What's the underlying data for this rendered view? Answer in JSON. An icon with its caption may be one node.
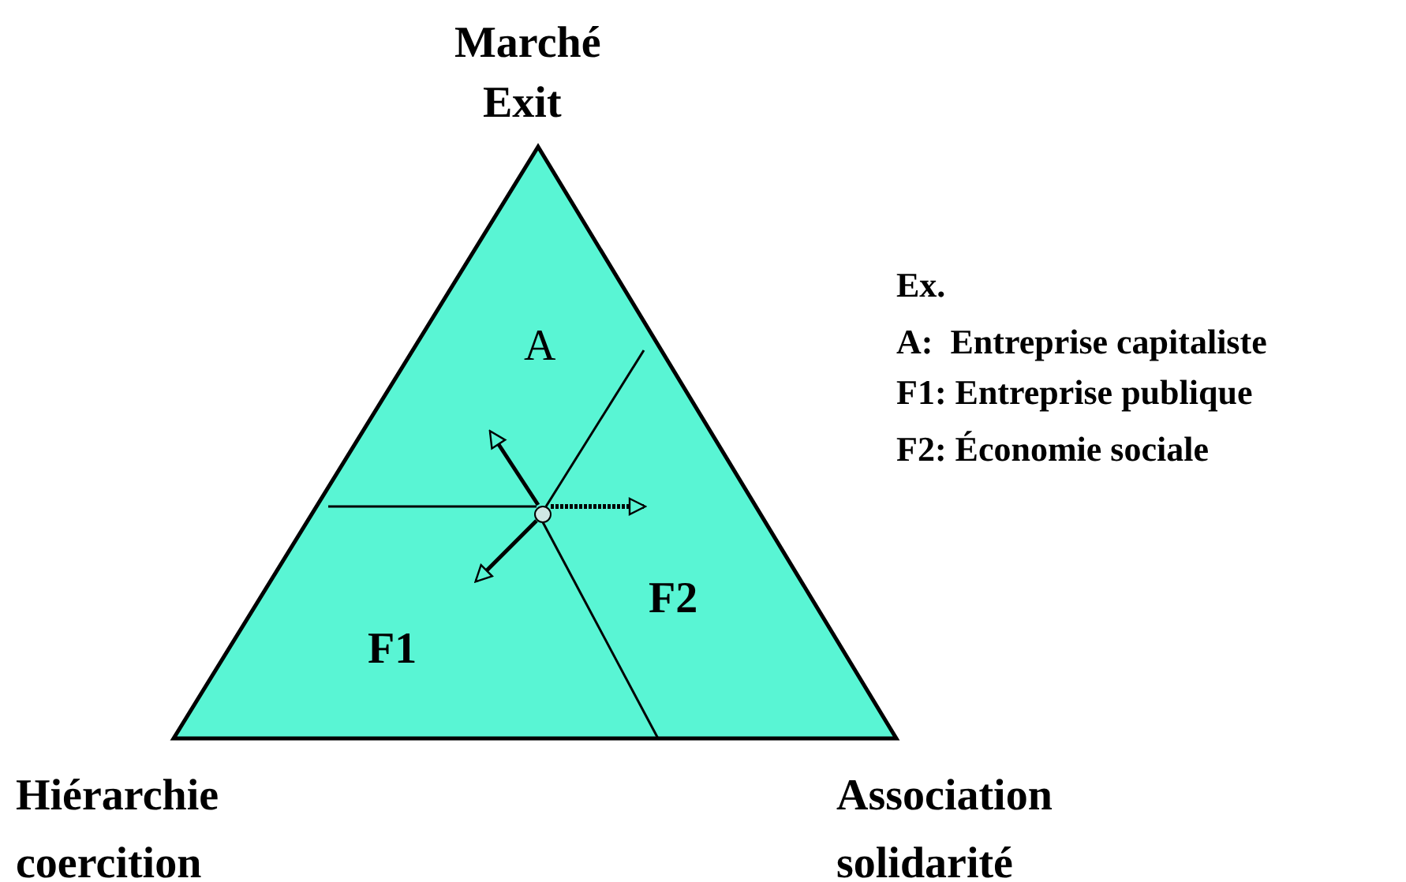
{
  "diagram": {
    "labels": [
      "Marché",
      "Exit",
      "A",
      "F2",
      "F1",
      "Hiérarchie",
      "Association",
      "coercition",
      "solidarité",
      "Ex.",
      "A:  Entreprise capitaliste",
      "F1: Entreprise publique",
      "F2: Économie sociale"
    ]
  }
}
